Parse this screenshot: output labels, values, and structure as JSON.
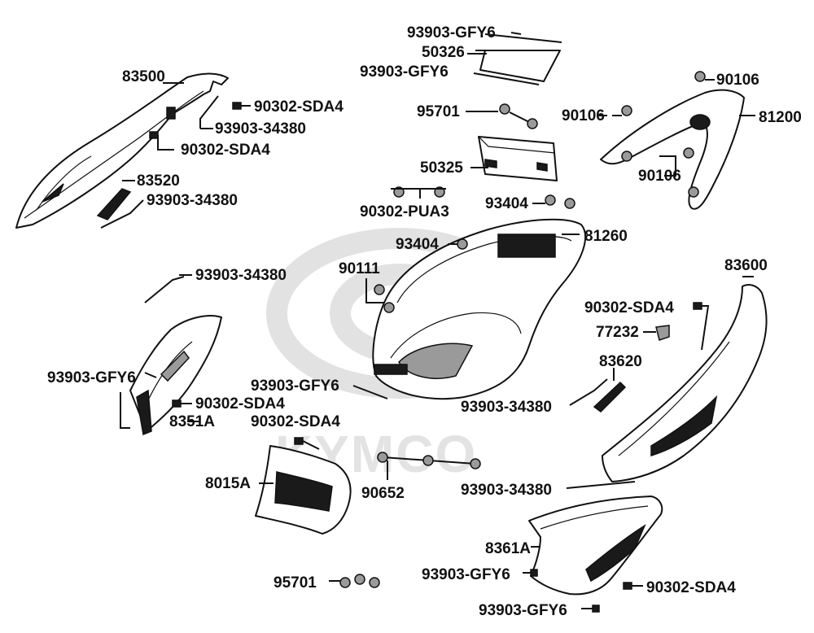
{
  "watermark": {
    "brand": "KYMCO"
  },
  "labels": {
    "p83500": "83500",
    "p90302_sda4_a": "90302-SDA4",
    "p93903_34380_a": "93903-34380",
    "p90302_sda4_b": "90302-SDA4",
    "p83520": "83520",
    "p93903_34380_b": "93903-34380",
    "p93903_gfy6_top": "93903-GFY6",
    "p50326": "50326",
    "p93903_gfy6_b": "93903-GFY6",
    "p95701_top": "95701",
    "p50325": "50325",
    "p90302_pua3": "90302-PUA3",
    "p93404_a": "93404",
    "p93404_b": "93404",
    "p81260": "81260",
    "p90111": "90111",
    "p90106_a": "90106",
    "p90106_b": "90106",
    "p81200": "81200",
    "p90106_c": "90106",
    "p93903_34380_c": "93903-34380",
    "p93903_gfy6_left": "93903-GFY6",
    "p90302_sda4_c": "90302-SDA4",
    "p8351a": "8351A",
    "p93903_gfy6_mid": "93903-GFY6",
    "p90302_sda4_d": "90302-SDA4",
    "p8015a": "8015A",
    "p90652": "90652",
    "p83600": "83600",
    "p90302_sda4_e": "90302-SDA4",
    "p77232": "77232",
    "p83620": "83620",
    "p93903_34380_d": "93903-34380",
    "p93903_34380_e": "93903-34380",
    "p8361a": "8361A",
    "p93903_gfy6_r": "93903-GFY6",
    "p90302_sda4_f": "90302-SDA4",
    "p95701_bot": "95701",
    "p93903_gfy6_bot": "93903-GFY6"
  }
}
